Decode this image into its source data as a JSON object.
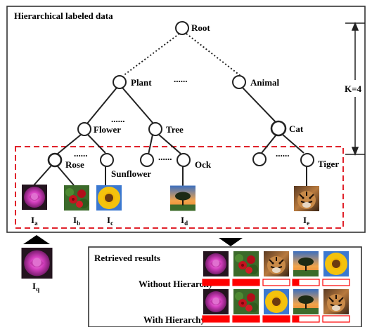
{
  "main_box": {
    "title": "Hierarchical labeled data"
  },
  "nodes": {
    "root": "Root",
    "plant": "Plant",
    "animal": "Animal",
    "flower": "Flower",
    "tree": "Tree",
    "cat": "Cat",
    "rose": "Rose",
    "sunflower": "Sunflower",
    "ock": "Ock",
    "tiger": "Tiger"
  },
  "ellipsis": "......",
  "depth_label": "K=4",
  "image_labels": {
    "a": {
      "base": "I",
      "sub": "a"
    },
    "b": {
      "base": "I",
      "sub": "b"
    },
    "c": {
      "base": "I",
      "sub": "c"
    },
    "d": {
      "base": "I",
      "sub": "d"
    },
    "e": {
      "base": "I",
      "sub": "e"
    },
    "q": {
      "base": "I",
      "sub": "q"
    }
  },
  "results": {
    "title": "Retrieved results",
    "without_label": "Without Hierarchy",
    "with_label": "With Hierarchy",
    "without_order": [
      "rose",
      "rose-bush",
      "tiger",
      "tree",
      "sunflower"
    ],
    "with_order": [
      "rose",
      "rose-bush",
      "sunflower",
      "tree",
      "tiger"
    ],
    "without_fill": [
      1.0,
      1.0,
      0.0,
      0.25,
      0.0
    ],
    "with_fill": [
      1.0,
      1.0,
      1.0,
      0.25,
      0.0
    ]
  },
  "colors": {
    "bar_fill": "#ff0000",
    "dashed_box": "#e0222b"
  }
}
